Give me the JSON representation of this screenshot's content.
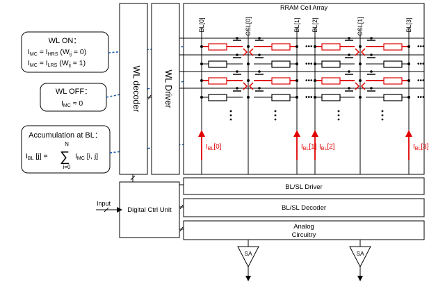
{
  "array": {
    "title": "RRAM Cell Array",
    "bitlines": [
      "BL[0]",
      "BL[1]",
      "BL[2]",
      "BL[3]"
    ],
    "sourcelines": [
      "CSL[0]",
      "CSL[1]"
    ],
    "currents": [
      {
        "main": "I",
        "sub": "BL",
        "idx": "[0]"
      },
      {
        "main": "I",
        "sub": "BL",
        "idx": "[1]"
      },
      {
        "main": "I",
        "sub": "BL",
        "idx": "[2]"
      },
      {
        "main": "I",
        "sub": "BL",
        "idx": "[3]"
      }
    ]
  },
  "blocks": {
    "wl_decoder": "WL decoder",
    "wl_driver": "WL Driver",
    "bl_sl_driver": "BL/SL Driver",
    "bl_sl_decoder": "BL/SL Decoder",
    "analog_line1": "Analog",
    "analog_line2": "Circuitry",
    "digital_ctrl": "Digital Ctrl Unit",
    "input": "Input",
    "sa": "SA"
  },
  "notes": {
    "wl_on_title": "WL ON：",
    "wl_on_eq1": {
      "l": "I",
      "ls": "MC",
      "r": "I",
      "rs": "HRS",
      "w": "(W",
      "ws": "ij",
      "tail": " = 0)"
    },
    "wl_on_eq2": {
      "l": "I",
      "ls": "MC",
      "r": "I",
      "rs": "LRS",
      "w": "(W",
      "ws": "ij",
      "tail": " = 1)"
    },
    "wl_off_title": "WL OFF：",
    "wl_off_eq": {
      "l": "I",
      "ls": "MC",
      "rel": "≈ 0"
    },
    "accum_title": "Accumulation at BL：",
    "accum_eq": {
      "l": "I",
      "ls": "BL",
      "li": "[j] =",
      "sum": "∑",
      "upper": "N",
      "lower": "i=0",
      "r": "I",
      "rs": "MC",
      "ri": "[i, j]"
    }
  },
  "colors": {
    "active": "#e00000",
    "callout": "#1f5fae",
    "line": "#000000"
  }
}
